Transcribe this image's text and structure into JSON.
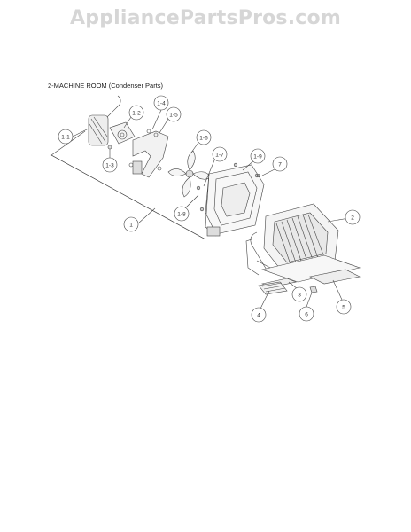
{
  "watermark": "AppliancePartsPros.com",
  "section_title": "2-MACHINE ROOM (Condenser Parts)",
  "callouts": {
    "c1_1": "1-1",
    "c1_2": "1-2",
    "c1_3": "1-3",
    "c1_4": "1-4",
    "c1_5": "1-5",
    "c1_6": "1-6",
    "c1_7": "1-7",
    "c1_8": "1-8",
    "c1_9": "1-9",
    "c1": "1",
    "c2": "2",
    "c3": "3",
    "c4": "4",
    "c5": "5",
    "c6": "6",
    "c7": "7"
  }
}
